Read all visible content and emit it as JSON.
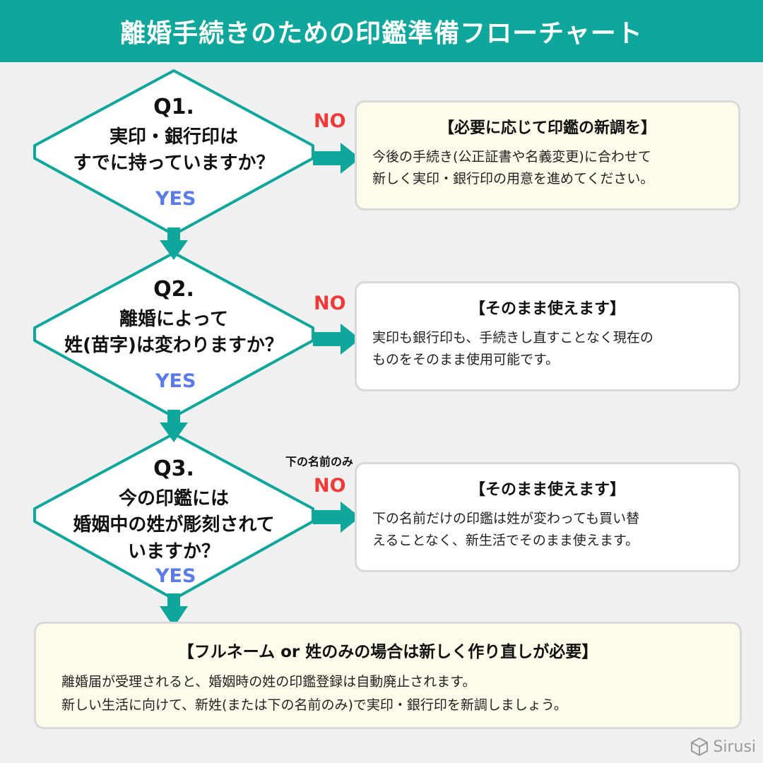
{
  "header": {
    "title": "離婚手続きのための印鑑準備フローチャート"
  },
  "questions": [
    {
      "num": "Q1.",
      "lines": [
        "実印・銀行印は",
        "すでに持っていますか？"
      ],
      "yes": "YES",
      "no": "NO"
    },
    {
      "num": "Q2.",
      "lines": [
        "離婚によって",
        "姓(苗字)は変わりますか？"
      ],
      "yes": "YES",
      "no": "NO"
    },
    {
      "num": "Q3.",
      "lines": [
        "今の印鑑には",
        "婚姻中の姓が彫刻されて",
        "いますか？"
      ],
      "yes": "YES",
      "no": "NO",
      "note": "下の名前のみ"
    }
  ],
  "answers": [
    {
      "title": "【必要に応じて印鑑の新調を】",
      "body": [
        "今後の手続き(公正証書や名義変更)に合わせて",
        "新しく実印・銀行印の用意を進めてください。"
      ]
    },
    {
      "title": "【そのまま使えます】",
      "body": [
        "実印も銀行印も、手続きし直すことなく現在の",
        "ものをそのまま使用可能です。"
      ]
    },
    {
      "title": "【そのまま使えます】",
      "body": [
        "下の名前だけの印鑑は姓が変わっても買い替",
        "えることなく、新生活でそのまま使えます。"
      ]
    }
  ],
  "final": {
    "title": "【フルネーム or 姓のみの場合は新しく作り直しが必要】",
    "body": [
      "離婚届が受理されると、婚姻時の姓の印鑑登録は自動廃止されます。",
      "新しい生活に向けて、新姓(または下の名前のみ)で実印・銀行印を新調しましょう。"
    ]
  },
  "brand": {
    "name": "Sirusi"
  },
  "colors": {
    "accent": "#0fa79b",
    "yes": "#5a7be8",
    "no": "#f03a3a",
    "cream": "#fdfbe9"
  }
}
